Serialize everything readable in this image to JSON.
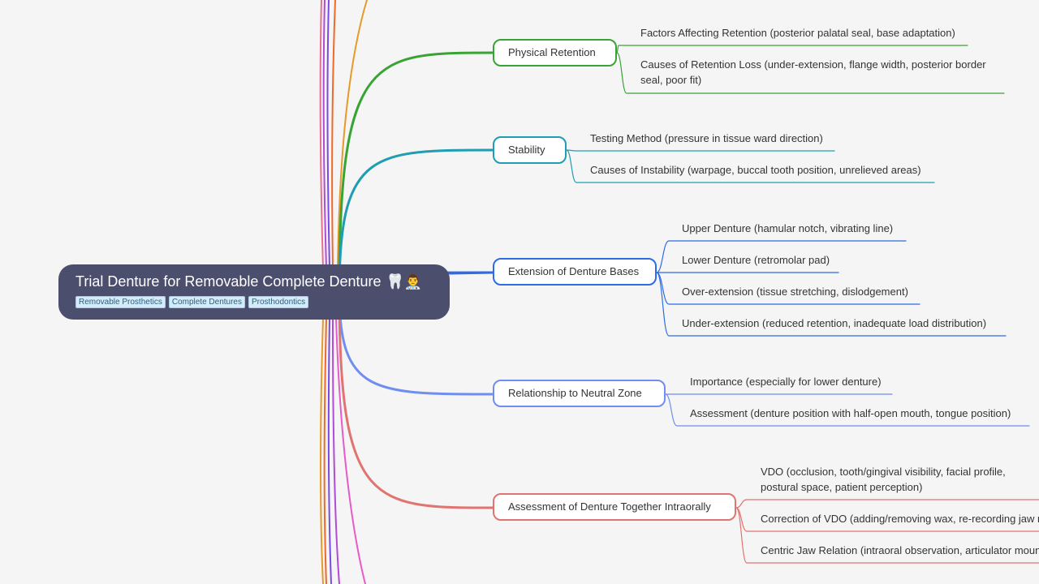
{
  "root": {
    "title": "Trial Denture for Removable Complete Denture",
    "emoji": "🦷👨‍⚕️",
    "tags": [
      "Removable Prosthetics",
      "Complete Dentures",
      "Prosthodontics"
    ]
  },
  "colors": {
    "physical_retention": "#3aa336",
    "stability": "#1e9db3",
    "extension": "#2e6be5",
    "neutral_zone": "#6f8ef0",
    "assessment": "#e07470",
    "root_fill": "#4b4f6d",
    "background": "#f5f5f5"
  },
  "branches": [
    {
      "label": "Physical Retention",
      "children": [
        "Factors Affecting Retention (posterior palatal seal, base adaptation)",
        "Causes of Retention Loss (under-extension, flange width, posterior border seal, poor fit)"
      ]
    },
    {
      "label": "Stability",
      "children": [
        "Testing Method (pressure in tissue ward direction)",
        "Causes of Instability (warpage, buccal tooth position, unrelieved areas)"
      ]
    },
    {
      "label": "Extension of Denture Bases",
      "children": [
        "Upper Denture (hamular notch, vibrating line)",
        "Lower Denture (retromolar pad)",
        "Over-extension (tissue stretching, dislodgement)",
        "Under-extension (reduced retention, inadequate load distribution)"
      ]
    },
    {
      "label": "Relationship to Neutral Zone",
      "children": [
        "Importance (especially for lower denture)",
        "Assessment (denture position with half-open mouth, tongue position)"
      ]
    },
    {
      "label": "Assessment of Denture Together Intraorally",
      "children": [
        "VDO (occlusion, tooth/gingival visibility, facial profile, postural space, patient perception)",
        "Correction of VDO (adding/removing wax, re-recording jaw relation)",
        "Centric Jaw Relation (intraoral observation, articulator mounting)"
      ]
    }
  ]
}
